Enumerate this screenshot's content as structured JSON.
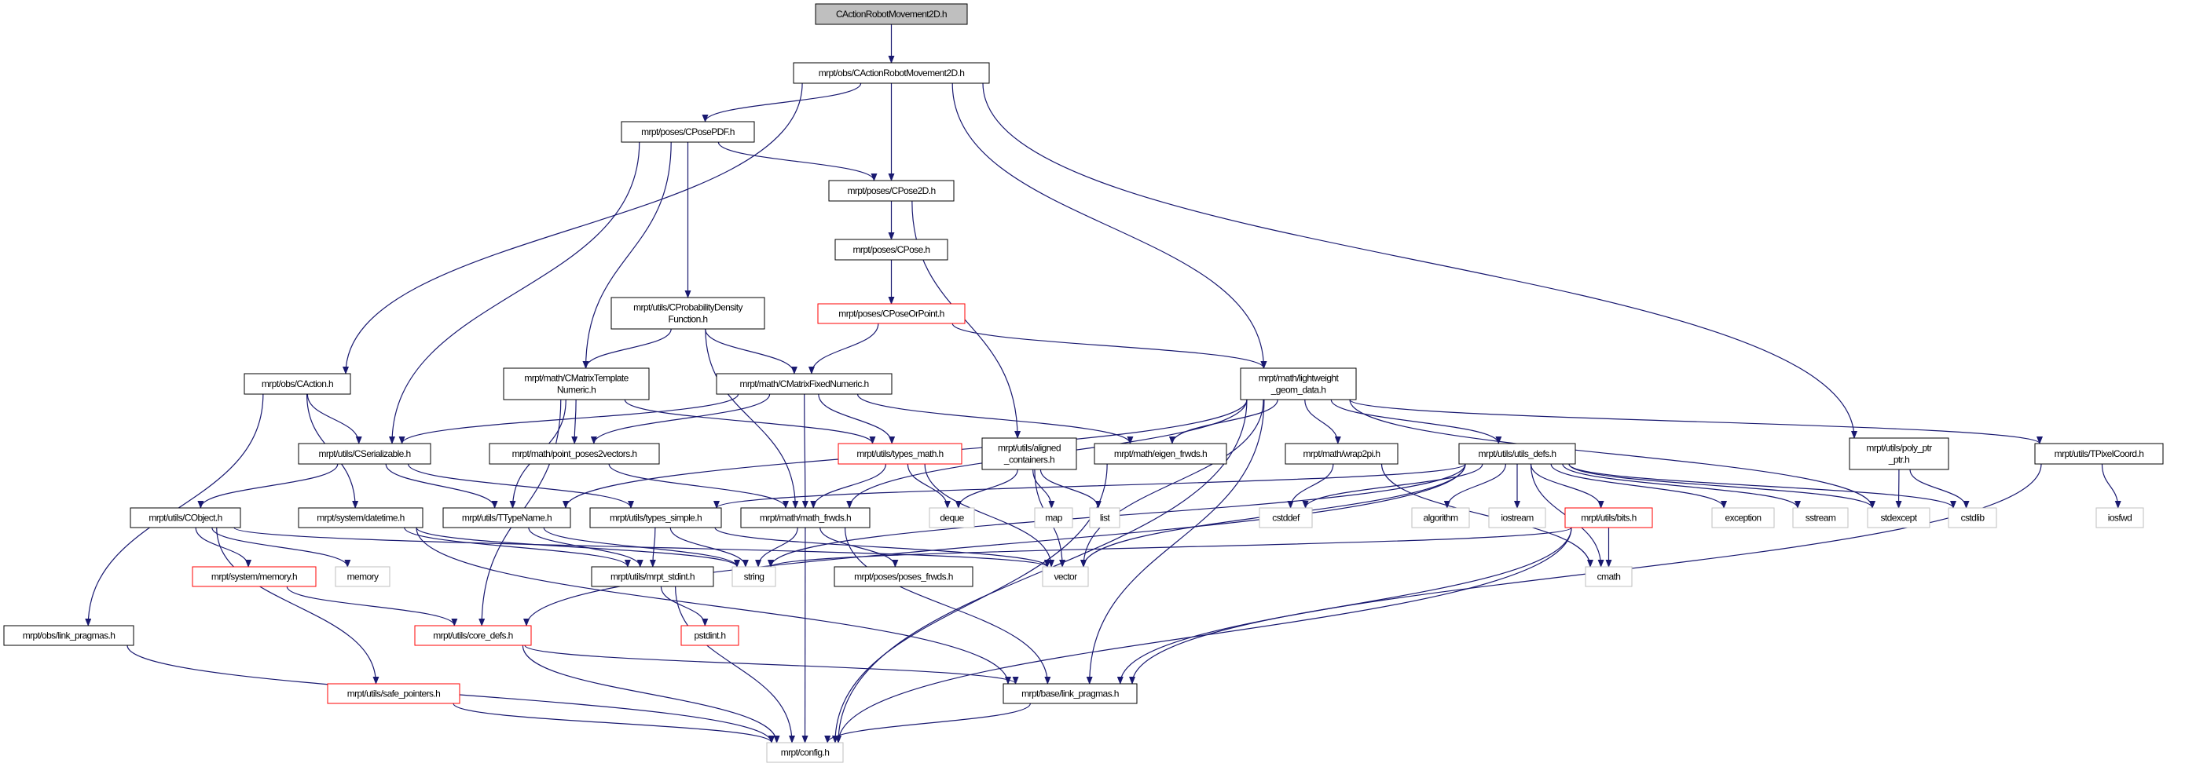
{
  "graph": {
    "edge_color": "#191970",
    "nodes": [
      {
        "id": "root",
        "lines": [
          "CActionRobotMovement2D.h"
        ],
        "style": "root"
      },
      {
        "id": "arm",
        "lines": [
          "mrpt/obs/CActionRobotMovement2D.h"
        ],
        "style": "normal"
      },
      {
        "id": "posepdf",
        "lines": [
          "mrpt/poses/CPosePDF.h"
        ],
        "style": "normal"
      },
      {
        "id": "pose2d",
        "lines": [
          "mrpt/poses/CPose2D.h"
        ],
        "style": "normal"
      },
      {
        "id": "pose",
        "lines": [
          "mrpt/poses/CPose.h"
        ],
        "style": "normal"
      },
      {
        "id": "poseorpoint",
        "lines": [
          "mrpt/poses/CPoseOrPoint.h"
        ],
        "style": "red"
      },
      {
        "id": "probdens",
        "lines": [
          "mrpt/utils/CProbabilityDensity",
          "Function.h"
        ],
        "style": "normal"
      },
      {
        "id": "caction",
        "lines": [
          "mrpt/obs/CAction.h"
        ],
        "style": "normal"
      },
      {
        "id": "cmtn",
        "lines": [
          "mrpt/math/CMatrixTemplate",
          "Numeric.h"
        ],
        "style": "normal"
      },
      {
        "id": "cmfn",
        "lines": [
          "mrpt/math/CMatrixFixedNumeric.h"
        ],
        "style": "normal"
      },
      {
        "id": "lightweight",
        "lines": [
          "mrpt/math/lightweight",
          "_geom_data.h"
        ],
        "style": "normal"
      },
      {
        "id": "aligned",
        "lines": [
          "mrpt/utils/aligned",
          "_containers.h"
        ],
        "style": "normal"
      },
      {
        "id": "cserial",
        "lines": [
          "mrpt/utils/CSerializable.h"
        ],
        "style": "normal"
      },
      {
        "id": "pp2v",
        "lines": [
          "mrpt/math/point_poses2vectors.h"
        ],
        "style": "normal"
      },
      {
        "id": "typesmath",
        "lines": [
          "mrpt/utils/types_math.h"
        ],
        "style": "red"
      },
      {
        "id": "eigenfrwds",
        "lines": [
          "mrpt/math/eigen_frwds.h"
        ],
        "style": "normal"
      },
      {
        "id": "wrap2pi",
        "lines": [
          "mrpt/math/wrap2pi.h"
        ],
        "style": "normal"
      },
      {
        "id": "utilsdefs",
        "lines": [
          "mrpt/utils/utils_defs.h"
        ],
        "style": "normal"
      },
      {
        "id": "polyptr",
        "lines": [
          "mrpt/utils/poly_ptr",
          "_ptr.h"
        ],
        "style": "normal"
      },
      {
        "id": "tpixel",
        "lines": [
          "mrpt/utils/TPixelCoord.h"
        ],
        "style": "normal"
      },
      {
        "id": "cobject",
        "lines": [
          "mrpt/utils/CObject.h"
        ],
        "style": "normal"
      },
      {
        "id": "datetime",
        "lines": [
          "mrpt/system/datetime.h"
        ],
        "style": "normal"
      },
      {
        "id": "ttypename",
        "lines": [
          "mrpt/utils/TTypeName.h"
        ],
        "style": "normal"
      },
      {
        "id": "typessimple",
        "lines": [
          "mrpt/utils/types_simple.h"
        ],
        "style": "normal"
      },
      {
        "id": "mathfrwds",
        "lines": [
          "mrpt/math/math_frwds.h"
        ],
        "style": "normal"
      },
      {
        "id": "deque",
        "lines": [
          "deque"
        ],
        "style": "system"
      },
      {
        "id": "map",
        "lines": [
          "map"
        ],
        "style": "system"
      },
      {
        "id": "list",
        "lines": [
          "list"
        ],
        "style": "system"
      },
      {
        "id": "cstddef",
        "lines": [
          "cstddef"
        ],
        "style": "system"
      },
      {
        "id": "algorithm",
        "lines": [
          "algorithm"
        ],
        "style": "system"
      },
      {
        "id": "iostream",
        "lines": [
          "iostream"
        ],
        "style": "system"
      },
      {
        "id": "bits",
        "lines": [
          "mrpt/utils/bits.h"
        ],
        "style": "red"
      },
      {
        "id": "exception",
        "lines": [
          "exception"
        ],
        "style": "system"
      },
      {
        "id": "sstream",
        "lines": [
          "sstream"
        ],
        "style": "system"
      },
      {
        "id": "stdexcept",
        "lines": [
          "stdexcept"
        ],
        "style": "system"
      },
      {
        "id": "cstdlib",
        "lines": [
          "cstdlib"
        ],
        "style": "system"
      },
      {
        "id": "iosfwd",
        "lines": [
          "iosfwd"
        ],
        "style": "system"
      },
      {
        "id": "sysmemory",
        "lines": [
          "mrpt/system/memory.h"
        ],
        "style": "red"
      },
      {
        "id": "memory",
        "lines": [
          "memory"
        ],
        "style": "system"
      },
      {
        "id": "stdint",
        "lines": [
          "mrpt/utils/mrpt_stdint.h"
        ],
        "style": "normal"
      },
      {
        "id": "string",
        "lines": [
          "string"
        ],
        "style": "system"
      },
      {
        "id": "posesfrwds",
        "lines": [
          "mrpt/poses/poses_frwds.h"
        ],
        "style": "normal"
      },
      {
        "id": "vector",
        "lines": [
          "vector"
        ],
        "style": "system"
      },
      {
        "id": "cmath",
        "lines": [
          "cmath"
        ],
        "style": "system"
      },
      {
        "id": "obslink",
        "lines": [
          "mrpt/obs/link_pragmas.h"
        ],
        "style": "normal"
      },
      {
        "id": "coredefs",
        "lines": [
          "mrpt/utils/core_defs.h"
        ],
        "style": "red"
      },
      {
        "id": "pstdint",
        "lines": [
          "pstdint.h"
        ],
        "style": "red"
      },
      {
        "id": "safeptr",
        "lines": [
          "mrpt/utils/safe_pointers.h"
        ],
        "style": "red"
      },
      {
        "id": "baselink",
        "lines": [
          "mrpt/base/link_pragmas.h"
        ],
        "style": "normal"
      },
      {
        "id": "config",
        "lines": [
          "mrpt/config.h"
        ],
        "style": "system"
      }
    ],
    "edges": [
      [
        "root",
        "arm"
      ],
      [
        "arm",
        "posepdf"
      ],
      [
        "arm",
        "pose2d"
      ],
      [
        "arm",
        "caction"
      ],
      [
        "arm",
        "lightweight"
      ],
      [
        "arm",
        "polyptr"
      ],
      [
        "posepdf",
        "pose2d"
      ],
      [
        "posepdf",
        "cserial"
      ],
      [
        "posepdf",
        "cmtn"
      ],
      [
        "posepdf",
        "probdens"
      ],
      [
        "pose2d",
        "pose"
      ],
      [
        "pose2d",
        "aligned"
      ],
      [
        "pose",
        "poseorpoint"
      ],
      [
        "poseorpoint",
        "cmfn"
      ],
      [
        "poseorpoint",
        "lightweight"
      ],
      [
        "probdens",
        "cmtn"
      ],
      [
        "probdens",
        "cmfn"
      ],
      [
        "probdens",
        "mathfrwds"
      ],
      [
        "caction",
        "cserial"
      ],
      [
        "caction",
        "datetime"
      ],
      [
        "caction",
        "obslink"
      ],
      [
        "cmtn",
        "coredefs"
      ],
      [
        "cmtn",
        "ttypename"
      ],
      [
        "cmtn",
        "pp2v"
      ],
      [
        "cmtn",
        "typesmath"
      ],
      [
        "cmfn",
        "cserial"
      ],
      [
        "cmfn",
        "pp2v"
      ],
      [
        "cmfn",
        "mathfrwds"
      ],
      [
        "cmfn",
        "typesmath"
      ],
      [
        "cmfn",
        "eigenfrwds"
      ],
      [
        "aligned",
        "deque"
      ],
      [
        "aligned",
        "map"
      ],
      [
        "aligned",
        "list"
      ],
      [
        "aligned",
        "vector"
      ],
      [
        "lightweight",
        "ttypename"
      ],
      [
        "lightweight",
        "mathfrwds"
      ],
      [
        "lightweight",
        "eigenfrwds"
      ],
      [
        "lightweight",
        "wrap2pi"
      ],
      [
        "lightweight",
        "utilsdefs"
      ],
      [
        "lightweight",
        "vector"
      ],
      [
        "lightweight",
        "stdexcept"
      ],
      [
        "lightweight",
        "baselink"
      ],
      [
        "lightweight",
        "tpixel"
      ],
      [
        "lightweight",
        "config"
      ],
      [
        "cserial",
        "cobject"
      ],
      [
        "cserial",
        "ttypename"
      ],
      [
        "cserial",
        "typessimple"
      ],
      [
        "pp2v",
        "mathfrwds"
      ],
      [
        "typesmath",
        "mathfrwds"
      ],
      [
        "typesmath",
        "deque"
      ],
      [
        "typesmath",
        "vector"
      ],
      [
        "eigenfrwds",
        "config"
      ],
      [
        "wrap2pi",
        "cstddef"
      ],
      [
        "wrap2pi",
        "cmath"
      ],
      [
        "utilsdefs",
        "typessimple"
      ],
      [
        "utilsdefs",
        "cstddef"
      ],
      [
        "utilsdefs",
        "algorithm"
      ],
      [
        "utilsdefs",
        "iostream"
      ],
      [
        "utilsdefs",
        "bits"
      ],
      [
        "utilsdefs",
        "exception"
      ],
      [
        "utilsdefs",
        "sstream"
      ],
      [
        "utilsdefs",
        "stdexcept"
      ],
      [
        "utilsdefs",
        "cstdlib"
      ],
      [
        "utilsdefs",
        "cmath"
      ],
      [
        "utilsdefs",
        "vector"
      ],
      [
        "utilsdefs",
        "string"
      ],
      [
        "utilsdefs",
        "coredefs"
      ],
      [
        "polyptr",
        "stdexcept"
      ],
      [
        "polyptr",
        "cstdlib"
      ],
      [
        "tpixel",
        "iosfwd"
      ],
      [
        "tpixel",
        "baselink"
      ],
      [
        "cobject",
        "sysmemory"
      ],
      [
        "cobject",
        "memory"
      ],
      [
        "cobject",
        "vector"
      ],
      [
        "cobject",
        "safeptr"
      ],
      [
        "datetime",
        "stdint"
      ],
      [
        "datetime",
        "string"
      ],
      [
        "datetime",
        "baselink"
      ],
      [
        "ttypename",
        "stdint"
      ],
      [
        "ttypename",
        "string"
      ],
      [
        "typessimple",
        "stdint"
      ],
      [
        "typessimple",
        "string"
      ],
      [
        "typessimple",
        "vector"
      ],
      [
        "mathfrwds",
        "string"
      ],
      [
        "mathfrwds",
        "posesfrwds"
      ],
      [
        "mathfrwds",
        "config"
      ],
      [
        "mathfrwds",
        "baselink"
      ],
      [
        "sysmemory",
        "coredefs"
      ],
      [
        "stdint",
        "pstdint"
      ],
      [
        "stdint",
        "config"
      ],
      [
        "bits",
        "cmath"
      ],
      [
        "bits",
        "baselink"
      ],
      [
        "bits",
        "config"
      ],
      [
        "bits",
        "string"
      ],
      [
        "coredefs",
        "config"
      ],
      [
        "coredefs",
        "baselink"
      ],
      [
        "obslink",
        "config"
      ],
      [
        "safeptr",
        "config"
      ],
      [
        "baselink",
        "config"
      ]
    ]
  }
}
